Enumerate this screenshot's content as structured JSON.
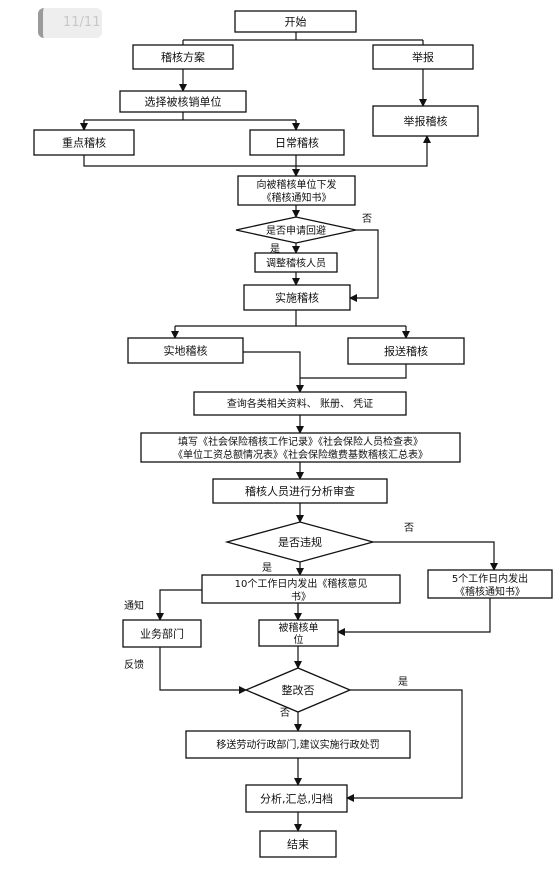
{
  "page_indicator": "11/11",
  "nodes": {
    "start": "开始",
    "audit_plan": "稽核方案",
    "report": "举报",
    "select_unit": "选择被核销单位",
    "report_audit": "举报稽核",
    "key_audit": "重点稽核",
    "daily_audit": "日常稽核",
    "issue_notice_1": "向被稽核单位下发",
    "issue_notice_2": "《稽核通知书》",
    "apply_recusal": "是否申请回避",
    "adjust_staff": "调整稽核人员",
    "implement": "实施稽核",
    "onsite_audit": "实地稽核",
    "submit_audit": "报送稽核",
    "query_docs": "查询各类相关资料、 账册、 凭证",
    "fill_forms_1": "填写《社会保险稽核工作记录》《社会保险人员检查表》",
    "fill_forms_2": "《单位工资总额情况表》《社会保险缴费基数稽核汇总表》",
    "analysis_review": "稽核人员进行分析审查",
    "violation": "是否违规",
    "opinion_1": "10个工作日内发出《稽核意见",
    "opinion_2": "书》",
    "notice5_1": "5个工作日内发出",
    "notice5_2": "《稽核通知书》",
    "business_dept": "业务部门",
    "audited_unit_1": "被稽核单",
    "audited_unit_2": "位",
    "rectified": "整改否",
    "transfer": "移送劳动行政部门,建议实施行政处罚",
    "archive": "分析,汇总,归档",
    "end": "结束"
  },
  "edge_labels": {
    "recusal_no": "否",
    "recusal_yes": "是",
    "violation_no": "否",
    "violation_yes": "是",
    "notify": "通知",
    "feedback": "反馈",
    "rectified_yes": "是",
    "rectified_no": "否"
  }
}
